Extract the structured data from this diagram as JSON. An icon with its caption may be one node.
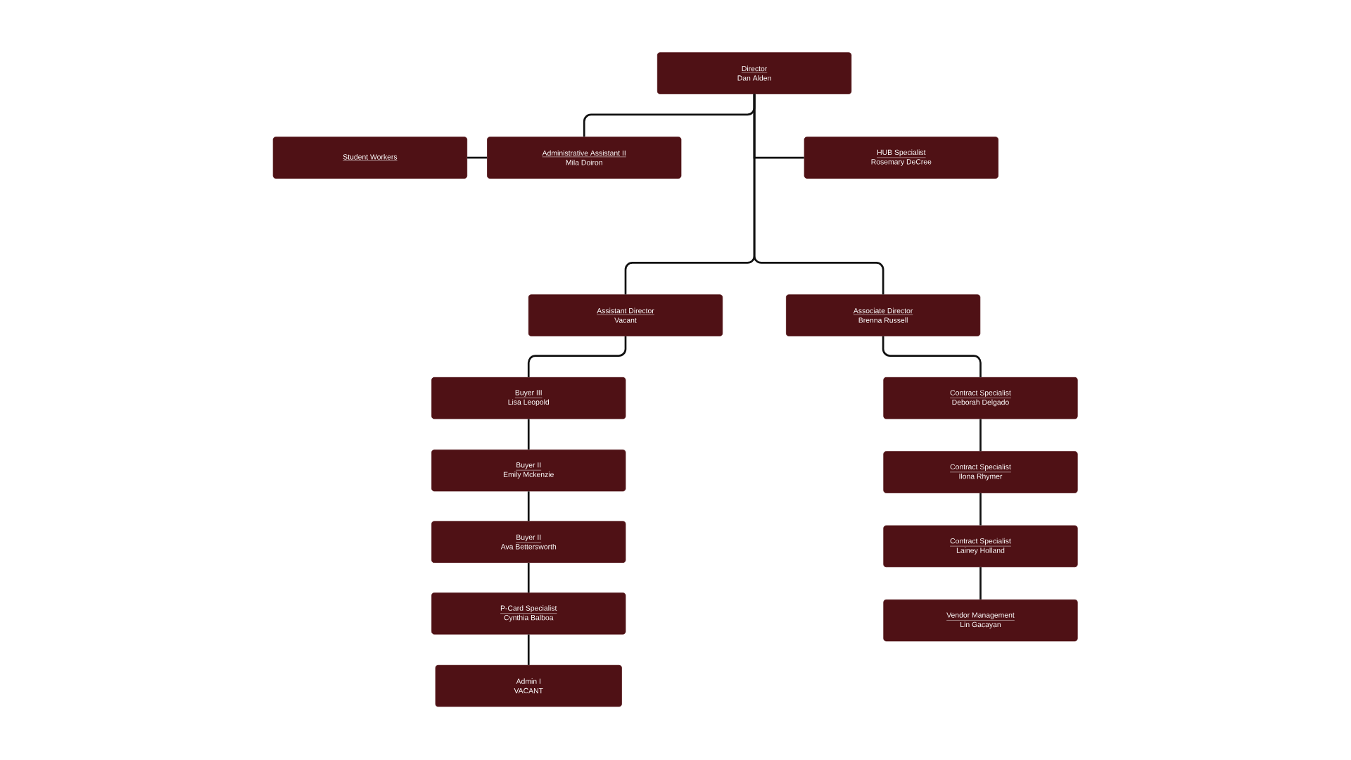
{
  "diagram": {
    "nodes": [
      {
        "text": [
          "Director",
          "Dan Alden"
        ]
      },
      {
        "text": [
          "Student Workers"
        ]
      },
      {
        "text": [
          "Administrative Assistant II",
          "Mila Doiron"
        ]
      },
      {
        "text": [
          "HUB Specialist",
          "Rosemary DeCree"
        ]
      },
      {
        "text": [
          "Assistant Director",
          "Vacant"
        ]
      },
      {
        "text": [
          "Associate Director",
          "Brenna Russell"
        ]
      },
      {
        "text": [
          "Buyer III",
          "Lisa Leopold"
        ]
      },
      {
        "text": [
          "Buyer II",
          "Emily Mckenzie"
        ]
      },
      {
        "text": [
          "Buyer II",
          "Ava Bettersworth"
        ]
      },
      {
        "text": [
          "P-Card Specialist",
          "Cynthia Balboa"
        ]
      },
      {
        "text": [
          "Admin I",
          "VACANT"
        ]
      },
      {
        "text": [
          "Contract Specialist",
          "Deborah Delgado"
        ]
      },
      {
        "text": [
          "Contract Specialist",
          "Ilona Rhymer"
        ]
      },
      {
        "text": [
          "Contract Specialist",
          "Lainey Holland"
        ]
      },
      {
        "text": [
          "Vendor Management",
          "Lin Gacayan"
        ]
      }
    ],
    "edges": [
      {
        "from": 0,
        "to": 2,
        "arrow": "none"
      },
      {
        "from": 2,
        "to": 1,
        "arrow": "none"
      },
      {
        "from": 0,
        "to": 3,
        "arrow": "none"
      },
      {
        "from": 0,
        "to": 4,
        "arrow": "none"
      },
      {
        "from": 0,
        "to": 5,
        "arrow": "none"
      },
      {
        "from": 4,
        "to": 6,
        "arrow": "none"
      },
      {
        "from": 6,
        "to": 7,
        "arrow": "none"
      },
      {
        "from": 7,
        "to": 8,
        "arrow": "none"
      },
      {
        "from": 8,
        "to": 9,
        "arrow": "none"
      },
      {
        "from": 9,
        "to": 10,
        "arrow": "none"
      },
      {
        "from": 5,
        "to": 11,
        "arrow": "none"
      },
      {
        "from": 11,
        "to": 12,
        "arrow": "none"
      },
      {
        "from": 12,
        "to": 13,
        "arrow": "none"
      },
      {
        "from": 13,
        "to": 14,
        "arrow": "none"
      }
    ]
  }
}
